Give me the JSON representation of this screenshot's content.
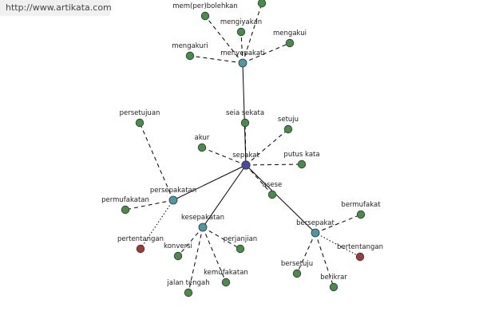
{
  "header": {
    "url": "http://www.artikata.com"
  },
  "colors": {
    "center": "#4a4aa0",
    "hub": "#4a9aa0",
    "leaf": "#4a8a4a",
    "antonym": "#a03a3a"
  },
  "nodes": [
    {
      "id": "sepakat",
      "label": "sepakat",
      "kind": "center"
    },
    {
      "id": "menyepakati",
      "label": "menyepakati",
      "kind": "hub"
    },
    {
      "id": "persepakatan",
      "label": "persepakatan",
      "kind": "hub"
    },
    {
      "id": "kesepakatan",
      "label": "kesepakatan",
      "kind": "hub"
    },
    {
      "id": "bersepakat",
      "label": "bersepakat",
      "kind": "hub"
    },
    {
      "id": "mem-per-bolehkan",
      "label": "mem(per)bolehkan",
      "kind": "leaf"
    },
    {
      "id": "mengiyakan",
      "label": "mengiyakan",
      "kind": "leaf"
    },
    {
      "id": "mengakui",
      "label": "mengakui",
      "kind": "leaf"
    },
    {
      "id": "mengakuri",
      "label": "mengakuri",
      "kind": "leaf"
    },
    {
      "id": "top-unlabeled",
      "label": "",
      "kind": "leaf"
    },
    {
      "id": "seia-sekata",
      "label": "seia sekata",
      "kind": "leaf"
    },
    {
      "id": "setuju",
      "label": "setuju",
      "kind": "leaf"
    },
    {
      "id": "akur",
      "label": "akur",
      "kind": "leaf"
    },
    {
      "id": "putus-kata",
      "label": "putus kata",
      "kind": "leaf"
    },
    {
      "id": "asese",
      "label": "asese",
      "kind": "leaf"
    },
    {
      "id": "persetujuan",
      "label": "persetujuan",
      "kind": "leaf"
    },
    {
      "id": "permufakatan",
      "label": "permufakatan",
      "kind": "leaf"
    },
    {
      "id": "pertentangan-left",
      "label": "pertentangan",
      "kind": "antonym"
    },
    {
      "id": "konversi",
      "label": "konversi",
      "kind": "leaf"
    },
    {
      "id": "perjanjian",
      "label": "perjanjian",
      "kind": "leaf"
    },
    {
      "id": "jalan-tengah",
      "label": "jalan tengah",
      "kind": "leaf"
    },
    {
      "id": "kemufakatan",
      "label": "kemufakatan",
      "kind": "leaf"
    },
    {
      "id": "bermufakat",
      "label": "bermufakat",
      "kind": "leaf"
    },
    {
      "id": "bertentangan",
      "label": "bertentangan",
      "kind": "antonym"
    },
    {
      "id": "bersetuju",
      "label": "bersetuju",
      "kind": "leaf"
    },
    {
      "id": "berikrar",
      "label": "berikrar",
      "kind": "leaf"
    }
  ],
  "edges": [
    {
      "from": "sepakat",
      "to": "menyepakati",
      "style": "solid"
    },
    {
      "from": "sepakat",
      "to": "persepakatan",
      "style": "solid"
    },
    {
      "from": "sepakat",
      "to": "kesepakatan",
      "style": "solid"
    },
    {
      "from": "sepakat",
      "to": "bersepakat",
      "style": "solid"
    },
    {
      "from": "sepakat",
      "to": "seia-sekata",
      "style": "dashed"
    },
    {
      "from": "sepakat",
      "to": "setuju",
      "style": "dashed"
    },
    {
      "from": "sepakat",
      "to": "akur",
      "style": "dashed"
    },
    {
      "from": "sepakat",
      "to": "putus-kata",
      "style": "dashed"
    },
    {
      "from": "sepakat",
      "to": "asese",
      "style": "dashed"
    },
    {
      "from": "menyepakati",
      "to": "mem-per-bolehkan",
      "style": "dashed"
    },
    {
      "from": "menyepakati",
      "to": "mengiyakan",
      "style": "dashed"
    },
    {
      "from": "menyepakati",
      "to": "mengakui",
      "style": "dashed"
    },
    {
      "from": "menyepakati",
      "to": "mengakuri",
      "style": "dashed"
    },
    {
      "from": "menyepakati",
      "to": "top-unlabeled",
      "style": "dashed"
    },
    {
      "from": "persepakatan",
      "to": "persetujuan",
      "style": "dashed"
    },
    {
      "from": "persepakatan",
      "to": "permufakatan",
      "style": "dashed"
    },
    {
      "from": "persepakatan",
      "to": "pertentangan-left",
      "style": "dotted"
    },
    {
      "from": "kesepakatan",
      "to": "konversi",
      "style": "dashed"
    },
    {
      "from": "kesepakatan",
      "to": "perjanjian",
      "style": "dashed"
    },
    {
      "from": "kesepakatan",
      "to": "jalan-tengah",
      "style": "dashed"
    },
    {
      "from": "kesepakatan",
      "to": "kemufakatan",
      "style": "dashed"
    },
    {
      "from": "bersepakat",
      "to": "bermufakat",
      "style": "dashed"
    },
    {
      "from": "bersepakat",
      "to": "bertentangan",
      "style": "dotted"
    },
    {
      "from": "bersepakat",
      "to": "bersetuju",
      "style": "dashed"
    },
    {
      "from": "bersepakat",
      "to": "berikrar",
      "style": "dashed"
    }
  ]
}
